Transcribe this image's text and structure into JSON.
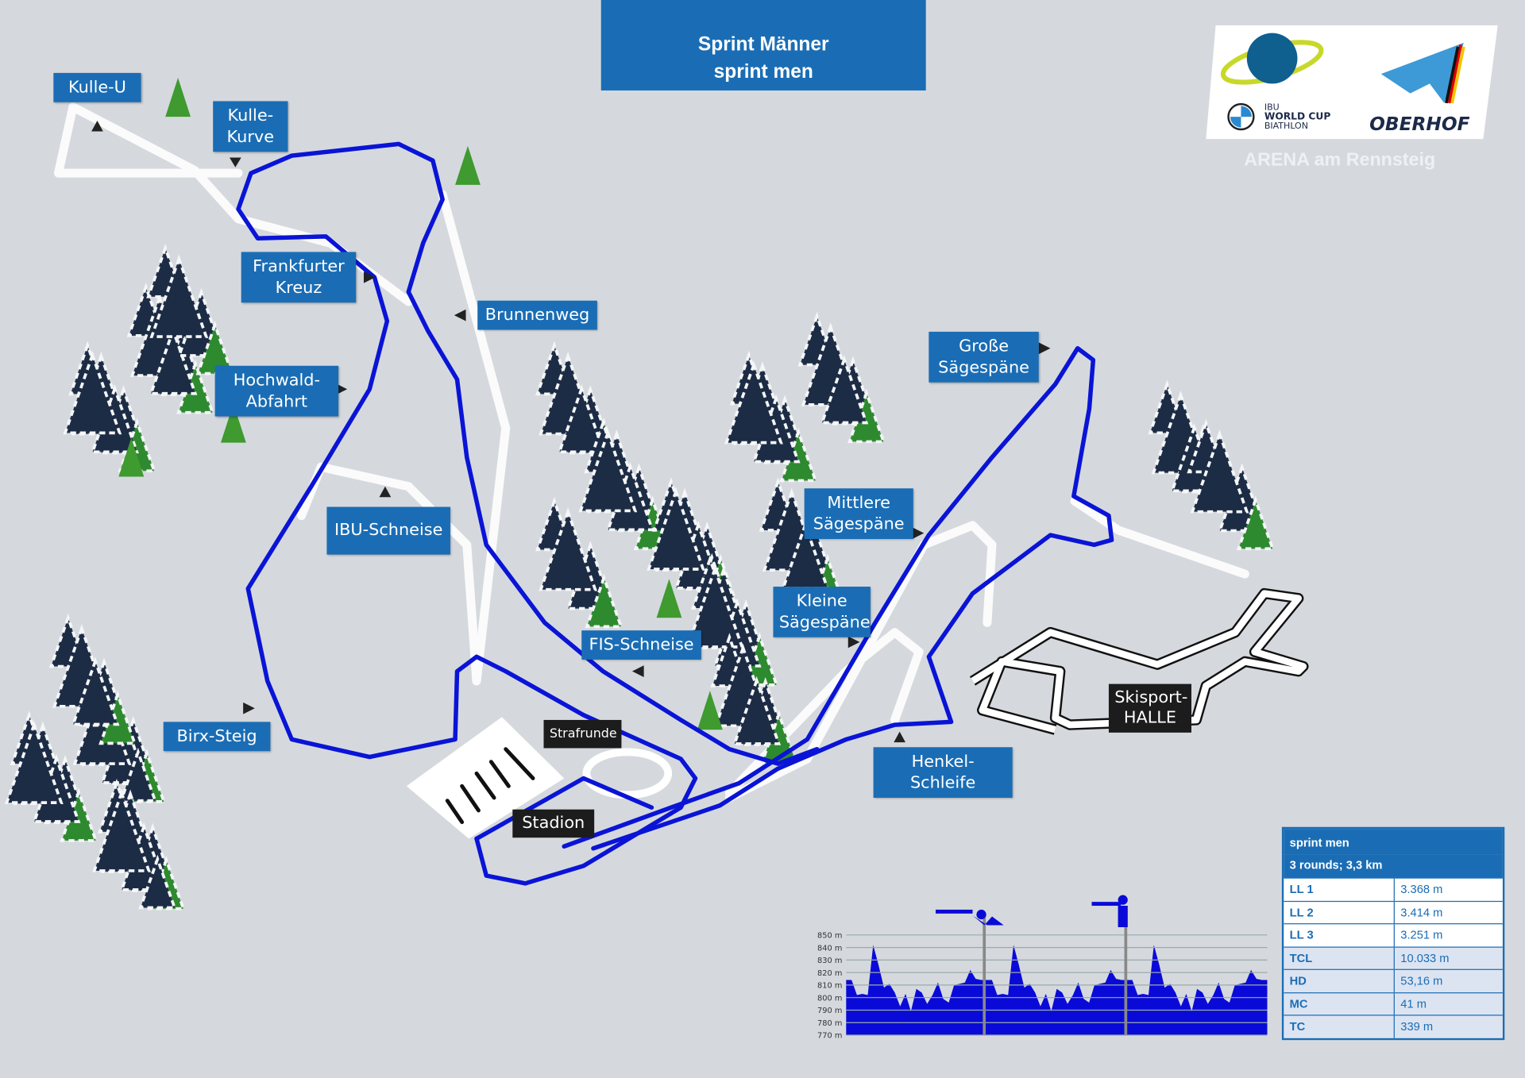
{
  "title": {
    "line1": "Sprint Männer",
    "line2": "sprint men"
  },
  "logo": {
    "ibu_line1": "IBU",
    "ibu_line2": "WORLD CUP",
    "ibu_line3": "BIATHLON",
    "bmw": "BMW",
    "host": "OBERHOF"
  },
  "venue": "ARENA am Rennsteig",
  "labels": {
    "kulle_u": "Kulle-U",
    "kulle_kurve_1": "Kulle-",
    "kulle_kurve_2": "Kurve",
    "frankfurter_1": "Frankfurter",
    "frankfurter_2": "Kreuz",
    "brunnenweg": "Brunnenweg",
    "hochwald_1": "Hochwald-",
    "hochwald_2": "Abfahrt",
    "ibu_schneise": "IBU-Schneise",
    "grosse_1": "Große",
    "grosse_2": "Sägespäne",
    "mittlere_1": "Mittlere",
    "mittlere_2": "Sägespäne",
    "kleine_1": "Kleine",
    "kleine_2": "Sägespäne",
    "fis_schneise": "FIS-Schneise",
    "strafrunde": "Strafrunde",
    "stadion": "Stadion",
    "birx_steig": "Birx-Steig",
    "henkel_schleife": "Henkel-Schleife",
    "skisport_1": "Skisport-",
    "skisport_2": "HALLE"
  },
  "course_table": {
    "title": "sprint men",
    "subtitle": "3 rounds; 3,3 km",
    "rows": [
      {
        "key": "LL 1",
        "value": "3.368 m"
      },
      {
        "key": "LL 2",
        "value": "3.414 m"
      },
      {
        "key": "LL 3",
        "value": "3.251 m"
      },
      {
        "key": "TCL",
        "value": "10.033 m"
      },
      {
        "key": "HD",
        "value": "53,16 m"
      },
      {
        "key": "MC",
        "value": "41 m"
      },
      {
        "key": "TC",
        "value": "339 m"
      }
    ]
  },
  "colors": {
    "track": "#0a14d6",
    "label_bg": "#1a6db5",
    "background": "#d5d9de",
    "profile_fill": "#0a0ad8"
  },
  "chart_data": {
    "type": "area",
    "title": "",
    "xlabel": "",
    "ylabel": "",
    "ylim": [
      770,
      850
    ],
    "yticks": [
      "850 m",
      "840 m",
      "830 m",
      "820 m",
      "810 m",
      "800 m",
      "790 m",
      "780 m",
      "770 m"
    ],
    "ytick_values": [
      850,
      840,
      830,
      820,
      810,
      800,
      790,
      780,
      770
    ],
    "grid": true,
    "lap_profile": [
      814,
      814,
      802,
      803,
      802,
      842,
      826,
      808,
      811,
      804,
      793,
      803,
      789,
      807,
      804,
      795,
      802,
      812,
      799,
      796,
      810,
      811,
      812,
      822,
      815,
      814,
      814
    ],
    "laps": 3,
    "markers": [
      {
        "name": "prone-shooting",
        "position_fraction": 0.328
      },
      {
        "name": "standing-shooting",
        "position_fraction": 0.664
      }
    ]
  }
}
